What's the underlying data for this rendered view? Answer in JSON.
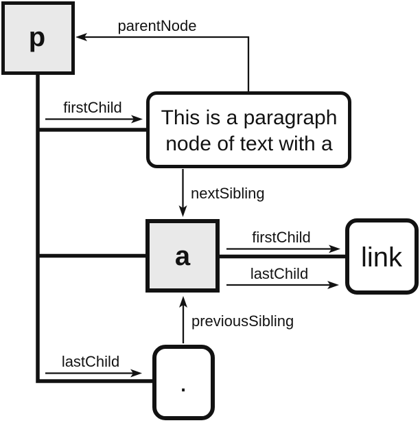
{
  "diagram": {
    "nodes": {
      "p": {
        "label": "p"
      },
      "paragraph": {
        "lines": [
          "This is a paragraph",
          "node of text with a"
        ]
      },
      "a": {
        "label": "a"
      },
      "link": {
        "label": "link"
      },
      "text_dot": {
        "label": "."
      }
    },
    "edges": {
      "parent_node": {
        "label": "parentNode"
      },
      "first_child_from_p": {
        "label": "firstChild"
      },
      "next_sibling": {
        "label": "nextSibling"
      },
      "first_child_from_a": {
        "label": "firstChild"
      },
      "last_child_from_a": {
        "label": "lastChild"
      },
      "previous_sibling": {
        "label": "previousSibling"
      },
      "last_child_from_p": {
        "label": "lastChild"
      }
    },
    "colors": {
      "bg_color": "#ffffff",
      "node_fill_gray": "#e9e9e9",
      "node_fill_white": "#ffffff",
      "line_color": "#121212"
    }
  }
}
